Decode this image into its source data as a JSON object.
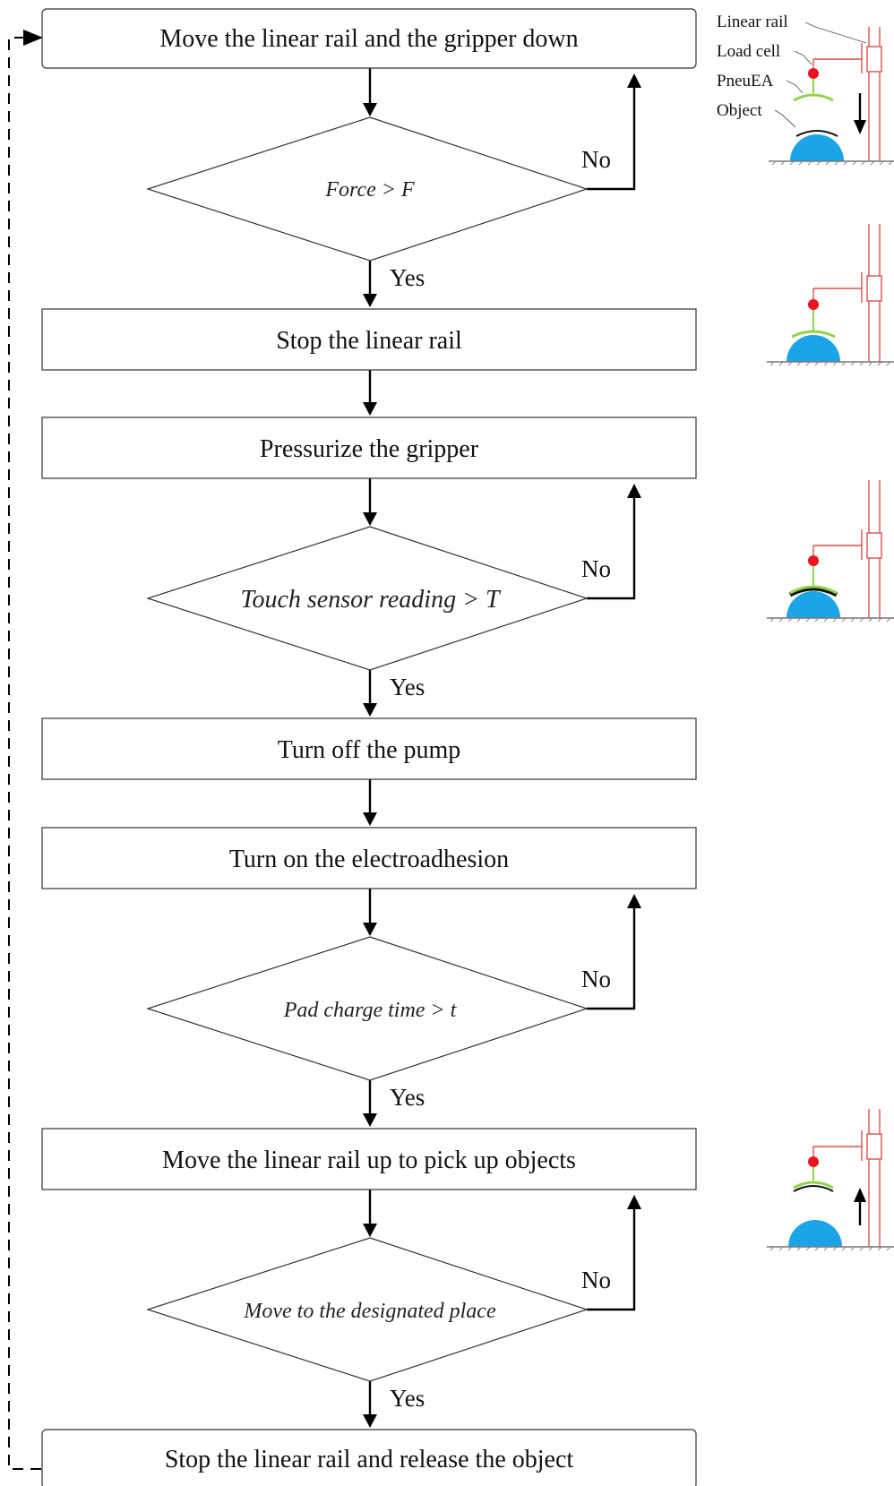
{
  "steps": {
    "s1": "Move the linear rail and the gripper down",
    "d1": "Force > F",
    "s2": "Stop the linear rail",
    "s3": "Pressurize the gripper",
    "d2": "Touch sensor reading > T",
    "s4": "Turn off the pump",
    "s5": "Turn on the electroadhesion",
    "d3": "Pad charge time > t",
    "s6": "Move the linear rail up to pick up objects",
    "d4": "Move to the designated place",
    "s7": "Stop the linear rail and release the object"
  },
  "branch": {
    "yes": "Yes",
    "no": "No"
  },
  "legend": {
    "linear_rail": "Linear rail",
    "load_cell": "Load cell",
    "pneuea": "PneuEA",
    "object": "Object"
  },
  "colors": {
    "rail": "#d9534f",
    "load_cell": "#e8141e",
    "object": "#1ba5e8",
    "pad": "#8fd44a"
  }
}
